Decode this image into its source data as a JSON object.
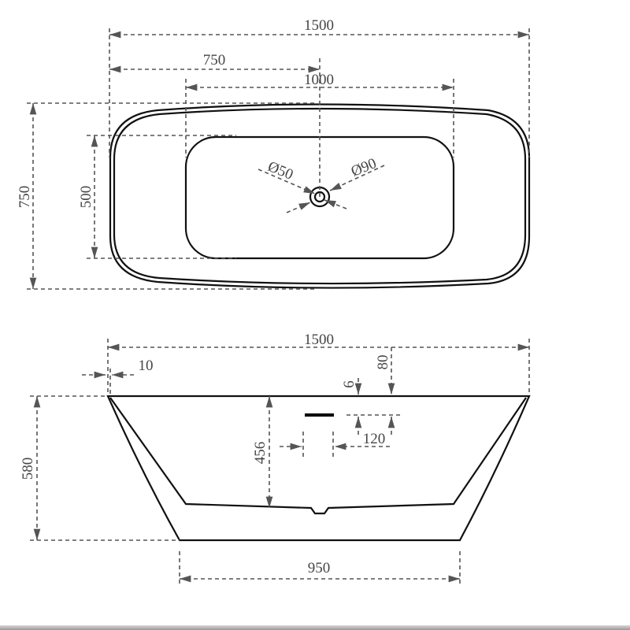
{
  "top_view": {
    "overall_length": "1500",
    "half_length": "750",
    "basin_length": "1000",
    "overall_width": "750",
    "basin_width": "500",
    "drain_diameter": "Ø50",
    "drain_outer_diameter": "Ø90"
  },
  "side_view": {
    "overall_length": "1500",
    "rim_offset": "10",
    "overflow_from_rim": "80",
    "overflow_height": "6",
    "overflow_width": "120",
    "inner_depth": "456",
    "overall_height": "580",
    "base_length": "950"
  },
  "colors": {
    "outline": "#111111",
    "dimension": "#555555"
  }
}
